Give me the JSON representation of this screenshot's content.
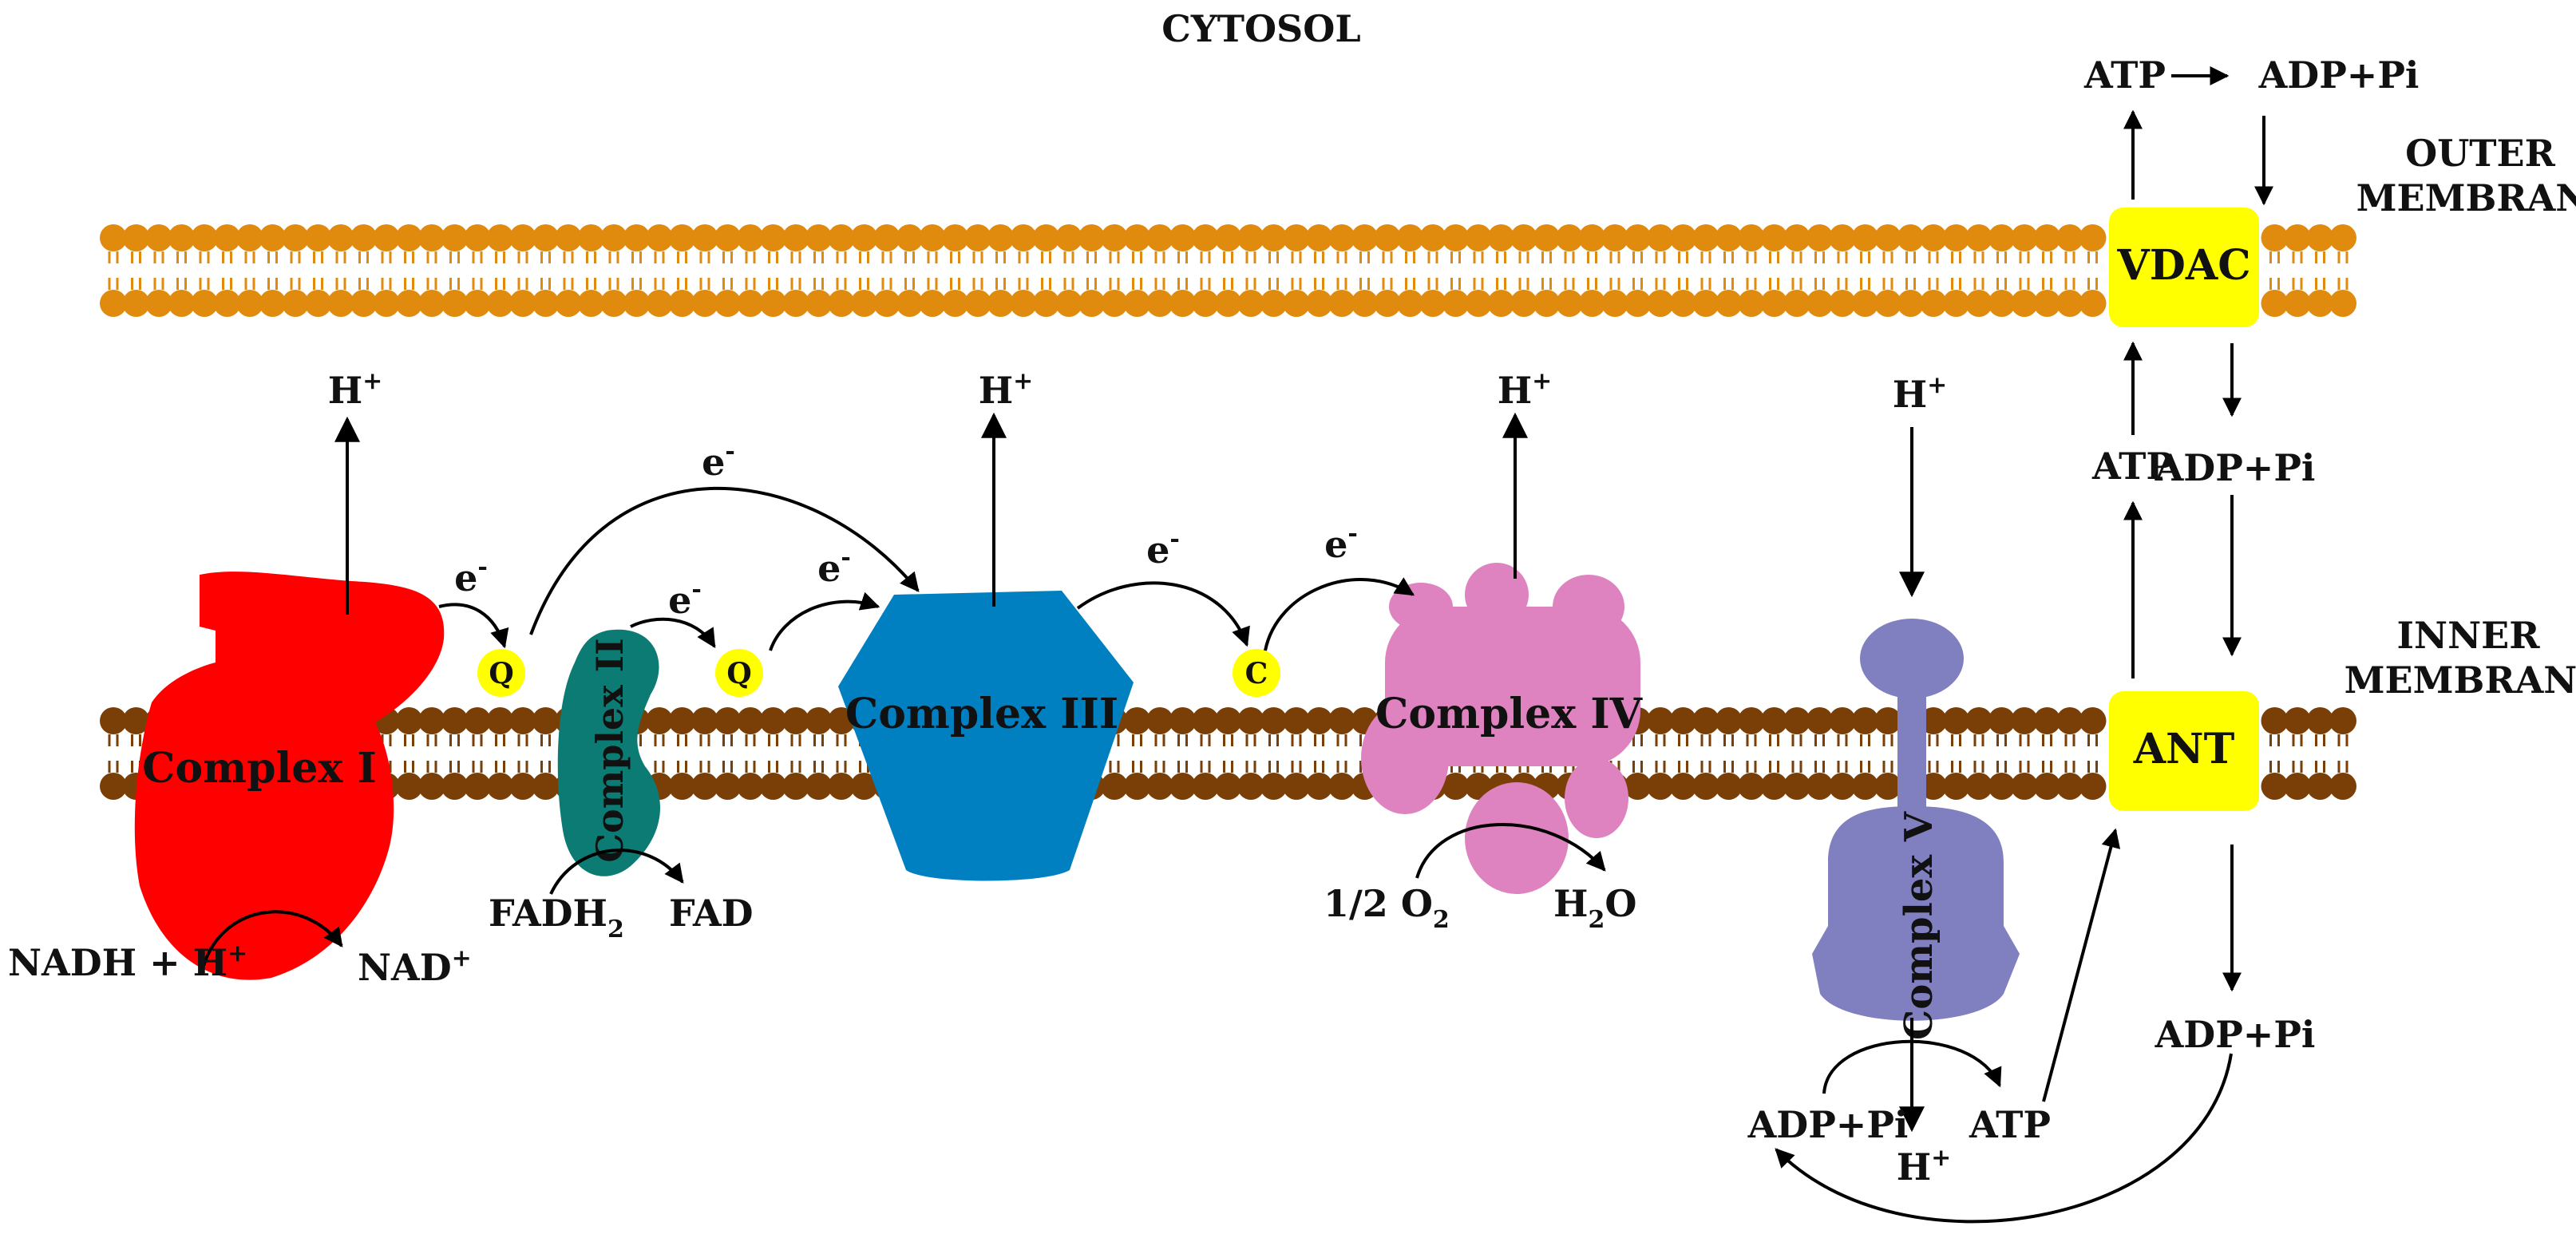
{
  "colors": {
    "outer_membrane": "#E08A0E",
    "inner_membrane": "#7A3F06",
    "complex_i": "#FF0000",
    "complex_ii": "#0B7B73",
    "complex_iii": "#0080C0",
    "complex_iv": "#DE82C0",
    "complex_v": "#8080C0",
    "carrier": "#FFFF00",
    "transporter": "#FFFF00"
  },
  "regions": {
    "cytosol": "CYTOSOL",
    "outer_membrane": "OUTER\nMEMBRANE",
    "inner_membrane": "INNER\nMEMBRANE"
  },
  "complexes": {
    "c1": "Complex I",
    "c2": "Complex II",
    "c3": "Complex III",
    "c4": "Complex IV",
    "c5": "Complex V",
    "vdac": "VDAC",
    "ant": "ANT"
  },
  "carriers": {
    "q1": "Q",
    "q2": "Q",
    "c": "C"
  },
  "labels": {
    "electron": "e",
    "electron_sup": "-",
    "proton": "H",
    "proton_sup": "+",
    "nadh": "NADH + H",
    "nad": "NAD",
    "fadh2": "FADH",
    "fadh2_sub": "2",
    "fad": "FAD",
    "half_o2": "1/2 O",
    "o2_sub": "2",
    "h2o_h": "H",
    "h2o_sub": "2",
    "h2o_o": "O",
    "atp": "ATP",
    "adp_pi": "ADP+Pi"
  }
}
